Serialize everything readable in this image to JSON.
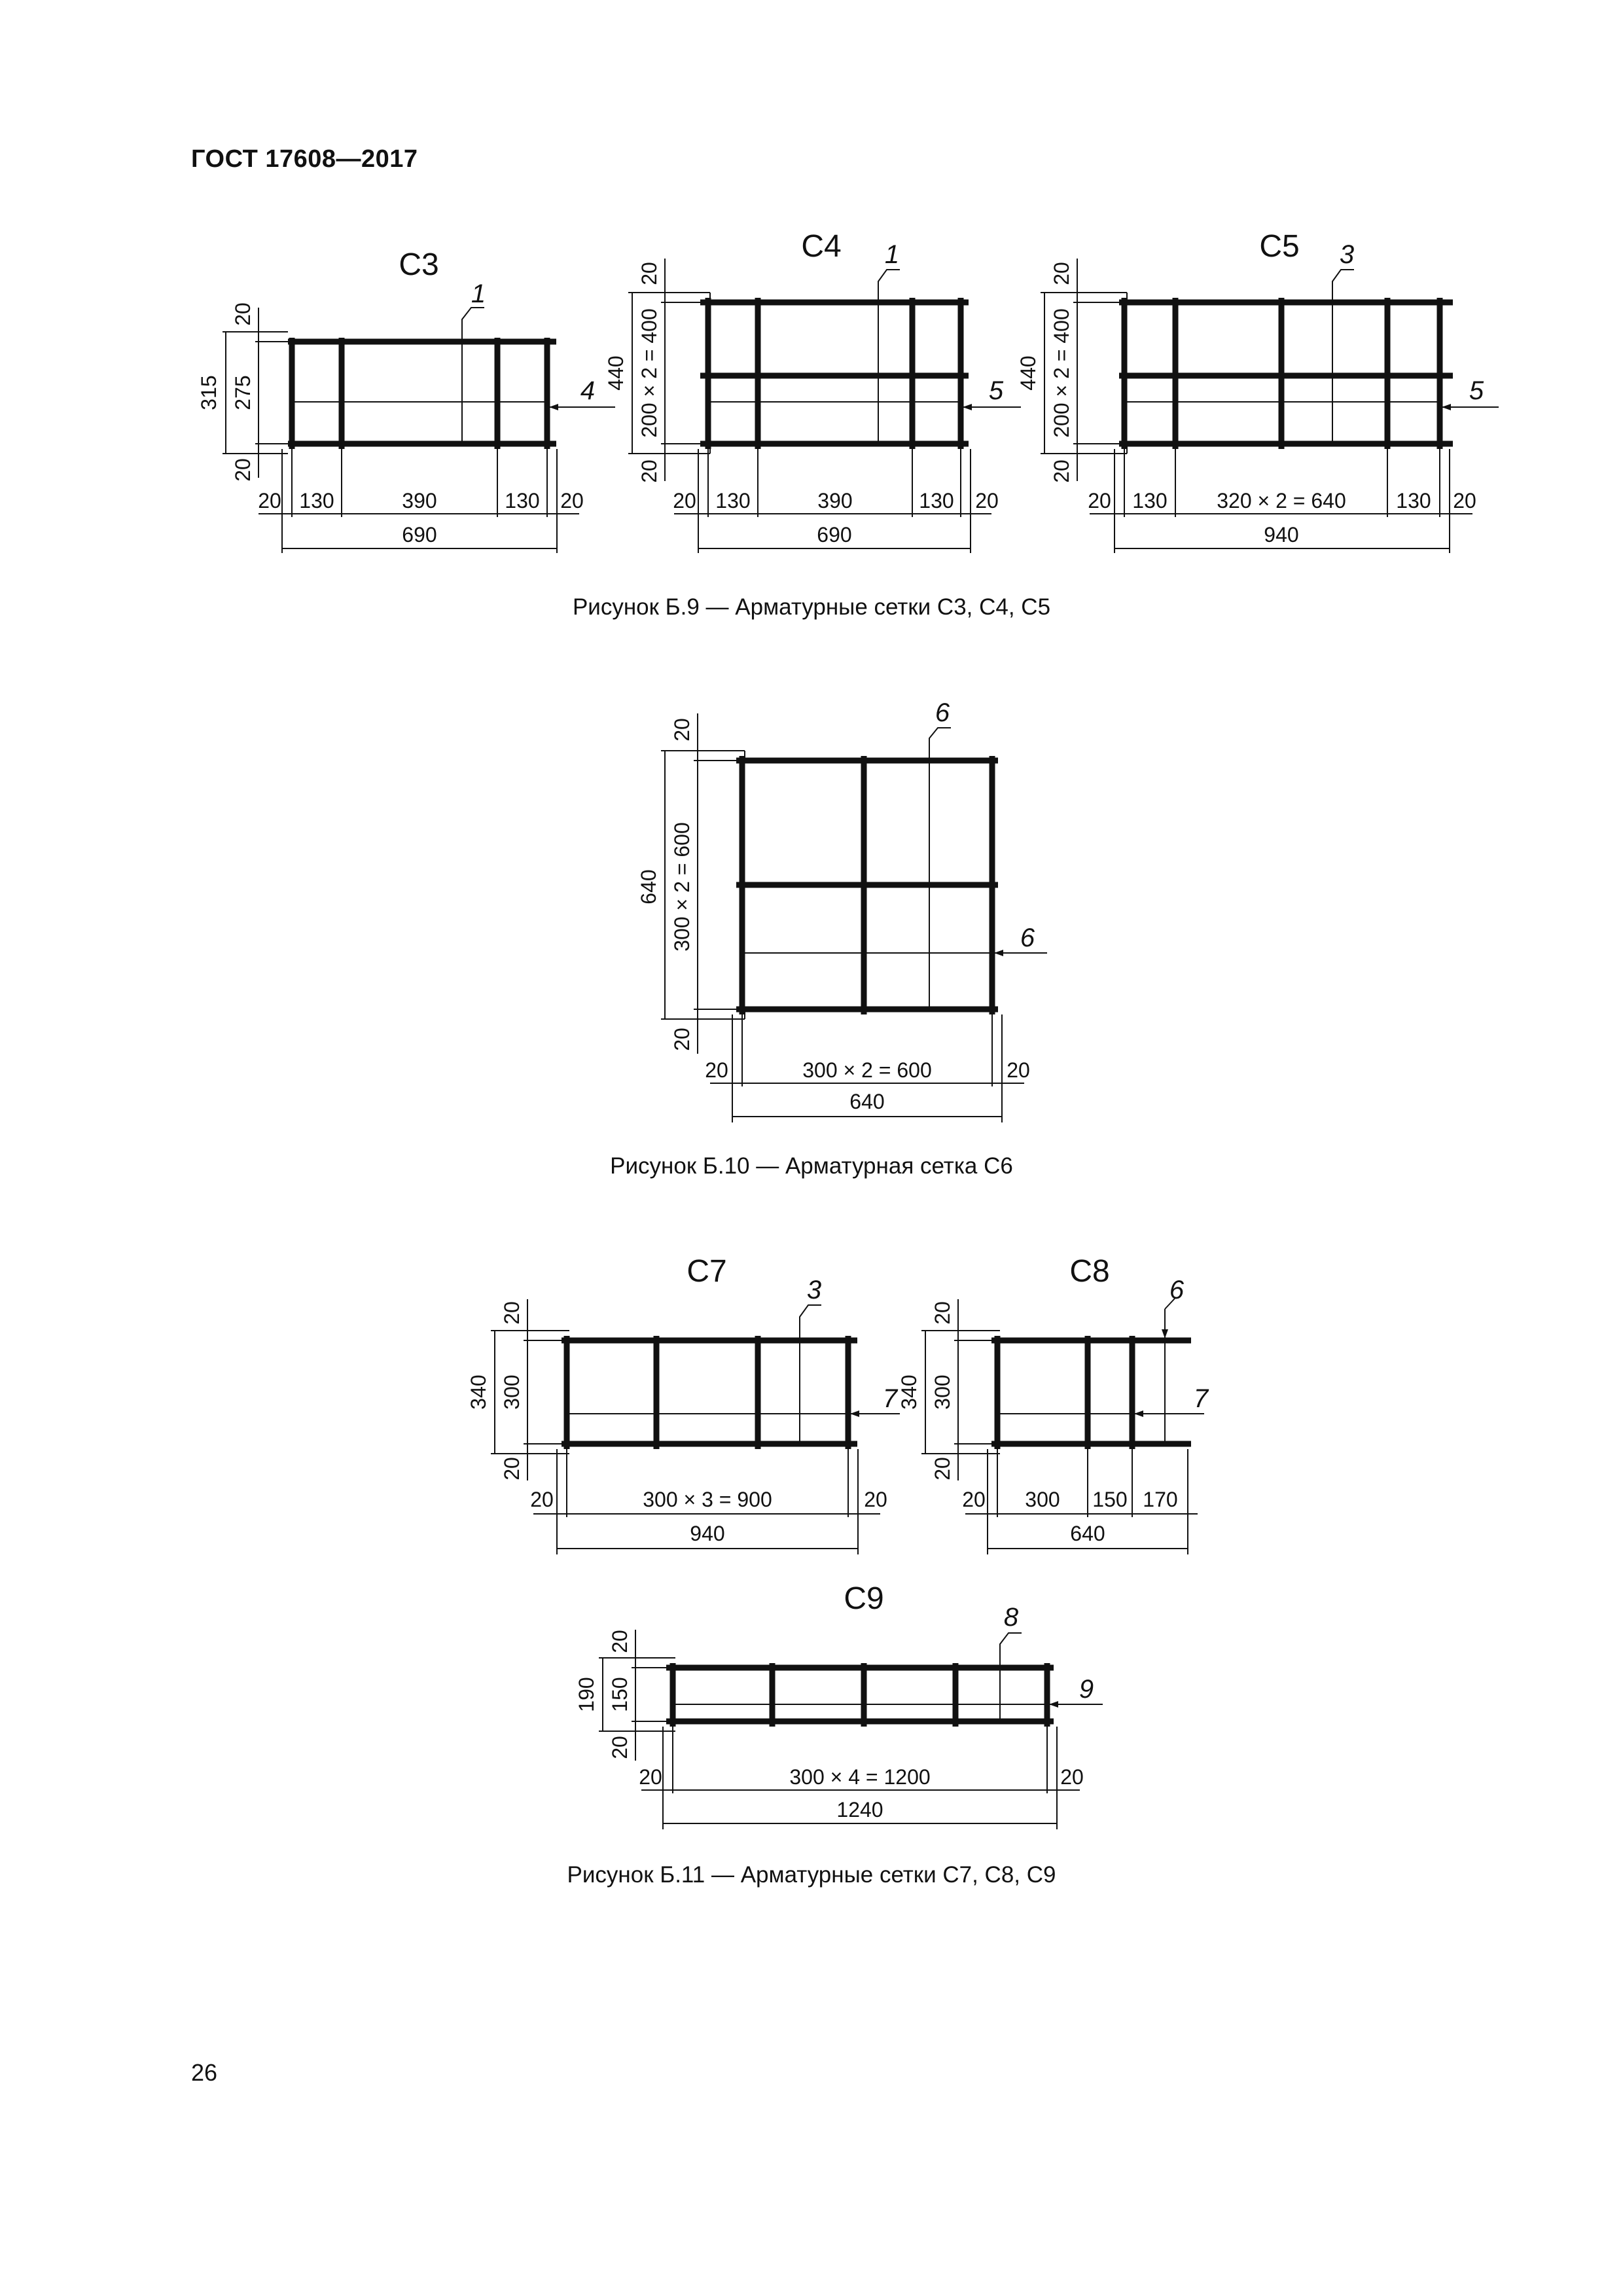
{
  "header": "ГОСТ 17608—2017",
  "page_number": "26",
  "captions": {
    "fig9": "Рисунок Б.9 — Арматурные сетки С3, С4, С5",
    "fig10": "Рисунок Б.10 — Арматурная сетка С6",
    "fig11": "Рисунок Б.11 — Арматурные сетки С7, С8, С9"
  },
  "c3": {
    "title": "С3",
    "lead_top": "1",
    "lead_side": "4",
    "v_outer": "315",
    "v_inner": "275",
    "v_top": "20",
    "v_bot": "20",
    "h": [
      "20",
      "130",
      "390",
      "130",
      "20"
    ],
    "total": "690"
  },
  "c4": {
    "title": "С4",
    "lead_top": "1",
    "lead_side": "5",
    "v_outer": "440",
    "v_inner": "200 × 2 = 400",
    "v_top": "20",
    "v_bot": "20",
    "h": [
      "20",
      "130",
      "390",
      "130",
      "20"
    ],
    "total": "690"
  },
  "c5": {
    "title": "С5",
    "lead_top": "3",
    "lead_side": "5",
    "v_outer": "440",
    "v_inner": "200 × 2 = 400",
    "v_top": "20",
    "v_bot": "20",
    "h": [
      "20",
      "130",
      "320 × 2 = 640",
      "130",
      "20"
    ],
    "total": "940"
  },
  "c6": {
    "lead_top": "6",
    "lead_side": "6",
    "v_outer": "640",
    "v_inner": "300 × 2 = 600",
    "v_top": "20",
    "v_bot": "20",
    "h": [
      "20",
      "300 × 2 = 600",
      "20"
    ],
    "total": "640"
  },
  "c7": {
    "title": "С7",
    "lead_top": "3",
    "lead_side": "7",
    "v_outer": "340",
    "v_inner": "300",
    "v_top": "20",
    "v_bot": "20",
    "h": [
      "20",
      "300 × 3 = 900",
      "20"
    ],
    "total": "940"
  },
  "c8": {
    "title": "С8",
    "lead_top": "6",
    "lead_side": "7",
    "v_outer": "340",
    "v_inner": "300",
    "v_top": "20",
    "v_bot": "20",
    "h": [
      "20",
      "300",
      "150",
      "170"
    ],
    "total": "640"
  },
  "c9": {
    "title": "С9",
    "lead_top": "8",
    "lead_side": "9",
    "v_outer": "190",
    "v_inner": "150",
    "v_top": "20",
    "v_bot": "20",
    "h": [
      "20",
      "300 × 4 = 1200",
      "20"
    ],
    "total": "1240"
  }
}
